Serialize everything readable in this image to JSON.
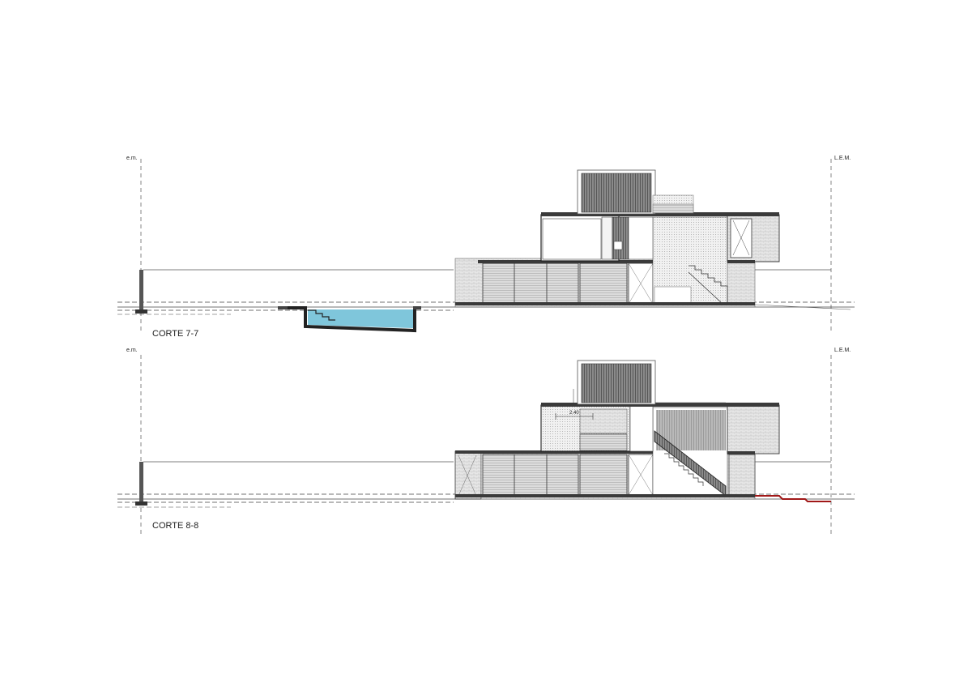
{
  "sections": [
    {
      "title": "CORTE 7-7",
      "left_marker": "e.m.",
      "right_marker": "L.E.M.",
      "has_pool": true,
      "dimension": ""
    },
    {
      "title": "CORTE 8-8",
      "left_marker": "e.m.",
      "right_marker": "L.E.M.",
      "has_pool": false,
      "dimension": "2.40"
    }
  ],
  "colors": {
    "line": "#1a1a1a",
    "slab": "#3a3a3a",
    "hatch": "#9a9a9a",
    "panel": "#d9d9d9",
    "dark_panel": "#7d7d7d",
    "pool_water": "#7fc6db",
    "terrain_red": "#a01818"
  }
}
